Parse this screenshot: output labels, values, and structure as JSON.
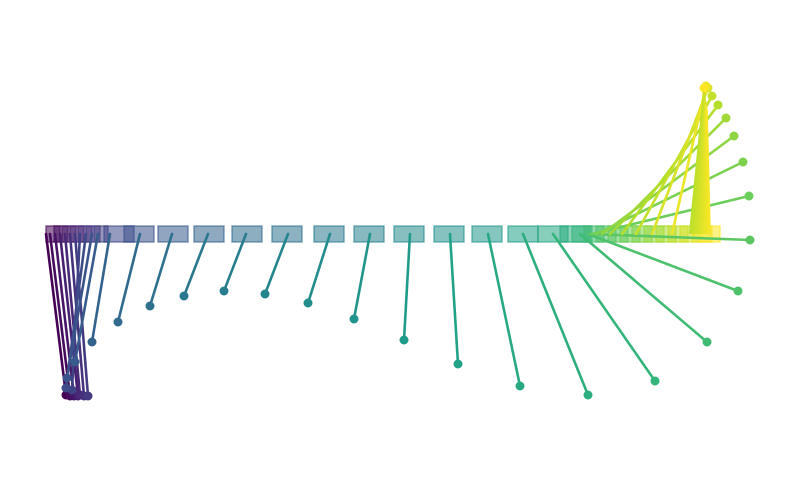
{
  "diagram": {
    "description_in_pixels": false,
    "colormap": "viridis",
    "colormap_stops": [
      "#440154",
      "#482878",
      "#3e4989",
      "#31688e",
      "#26828e",
      "#1f9e89",
      "#35b779",
      "#6ece58",
      "#b5de2b",
      "#fde725"
    ],
    "pendulum_count": 36,
    "rod_stroke": 2.6,
    "bob_radius": 4.5,
    "segments_opacity": 0.55,
    "legend_entries": [],
    "annotations": []
  }
}
